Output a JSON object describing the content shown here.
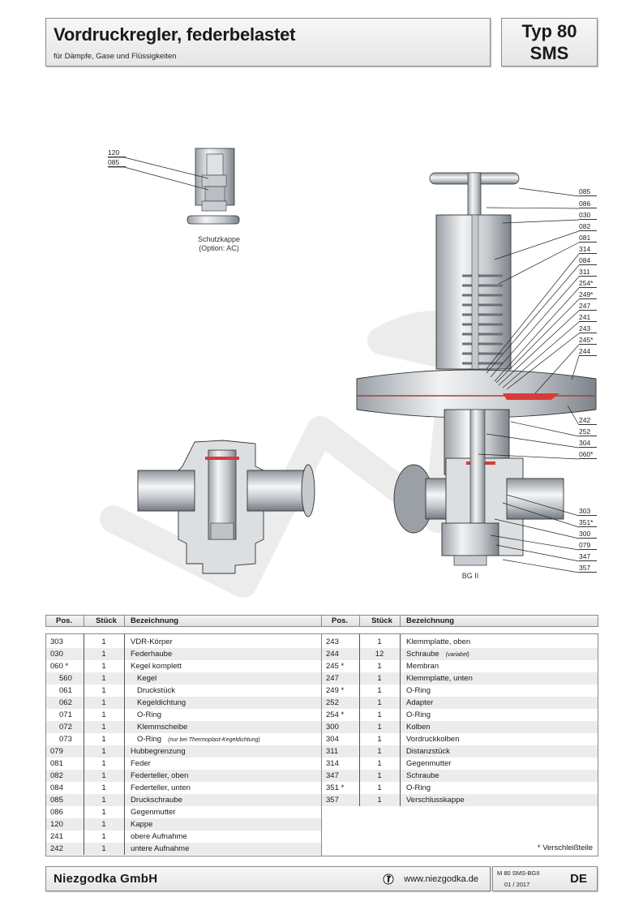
{
  "header": {
    "title": "Vordruckregler, federbelastet",
    "subtitle": "für Dämpfe, Gase und Flüssigkeiten",
    "type_line1": "Typ 80",
    "type_line2": "SMS"
  },
  "drawings": {
    "cap_detail": {
      "callouts": [
        "120",
        "085"
      ],
      "caption_line1": "Schutzkappe",
      "caption_line2": "(Option: AC)"
    },
    "main_assembly": {
      "callouts": [
        "085",
        "086",
        "030",
        "082",
        "081",
        "314",
        "084",
        "311",
        "254*",
        "249*",
        "247",
        "241",
        "243",
        "245*",
        "244",
        "242",
        "252",
        "304",
        "060*",
        "303",
        "351*",
        "300",
        "079",
        "347",
        "357"
      ],
      "size_label": "BG II"
    },
    "accent_color": "#d93a3a"
  },
  "table": {
    "headers": {
      "pos": "Pos.",
      "qty": "Stück",
      "desc": "Bezeichnung"
    },
    "left_rows": [
      {
        "pos": "303",
        "qty": "1",
        "desc": "VDR-Körper"
      },
      {
        "pos": "030",
        "qty": "1",
        "desc": "Federhaube"
      },
      {
        "pos": "060 *",
        "qty": "1",
        "desc": "Kegel komplett"
      },
      {
        "pos": "560",
        "qty": "1",
        "desc": "Kegel",
        "indent": true
      },
      {
        "pos": "061",
        "qty": "1",
        "desc": "Druckstück",
        "indent": true
      },
      {
        "pos": "062",
        "qty": "1",
        "desc": "Kegeldichtung",
        "indent": true
      },
      {
        "pos": "071",
        "qty": "1",
        "desc": "O-Ring",
        "indent": true
      },
      {
        "pos": "072",
        "qty": "1",
        "desc": "Klemmscheibe",
        "indent": true
      },
      {
        "pos": "073",
        "qty": "1",
        "desc": "O-Ring",
        "note": "(nur bei Thermoplast-Kegeldichtung)",
        "indent": true
      },
      {
        "pos": "079",
        "qty": "1",
        "desc": "Hubbegrenzung"
      },
      {
        "pos": "081",
        "qty": "1",
        "desc": "Feder"
      },
      {
        "pos": "082",
        "qty": "1",
        "desc": "Federteller, oben"
      },
      {
        "pos": "084",
        "qty": "1",
        "desc": "Federteller, unten"
      },
      {
        "pos": "085",
        "qty": "1",
        "desc": "Druckschraube"
      },
      {
        "pos": "086",
        "qty": "1",
        "desc": "Gegenmutter"
      },
      {
        "pos": "120",
        "qty": "1",
        "desc": "Kappe"
      },
      {
        "pos": "241",
        "qty": "1",
        "desc": "obere Aufnahme"
      },
      {
        "pos": "242",
        "qty": "1",
        "desc": "untere Aufnahme"
      }
    ],
    "right_rows": [
      {
        "pos": "243",
        "qty": "1",
        "desc": "Klemmplatte, oben"
      },
      {
        "pos": "244",
        "qty": "12",
        "desc": "Schraube",
        "note": "(variabel)"
      },
      {
        "pos": "245 *",
        "qty": "1",
        "desc": "Membran"
      },
      {
        "pos": "247",
        "qty": "1",
        "desc": "Klemmplatte, unten"
      },
      {
        "pos": "249 *",
        "qty": "1",
        "desc": "O-Ring"
      },
      {
        "pos": "252",
        "qty": "1",
        "desc": "Adapter"
      },
      {
        "pos": "254 *",
        "qty": "1",
        "desc": "O-Ring"
      },
      {
        "pos": "300",
        "qty": "1",
        "desc": "Kolben"
      },
      {
        "pos": "304",
        "qty": "1",
        "desc": "Vordruckkolben"
      },
      {
        "pos": "311",
        "qty": "1",
        "desc": "Distanzstück"
      },
      {
        "pos": "314",
        "qty": "1",
        "desc": "Gegenmutter"
      },
      {
        "pos": "347",
        "qty": "1",
        "desc": "Schraube"
      },
      {
        "pos": "351 *",
        "qty": "1",
        "desc": "O-Ring"
      },
      {
        "pos": "357",
        "qty": "1",
        "desc": "Verschlusskappe"
      }
    ],
    "wear_parts_note": "* Verschleißteile"
  },
  "footer": {
    "company": "Niezgodka GmbH",
    "website": "www.niezgodka.de",
    "globe_icon": "globe-icon",
    "doc_code": "M 80 SMS-BGII",
    "doc_date": "01 / 2017",
    "language": "DE"
  }
}
